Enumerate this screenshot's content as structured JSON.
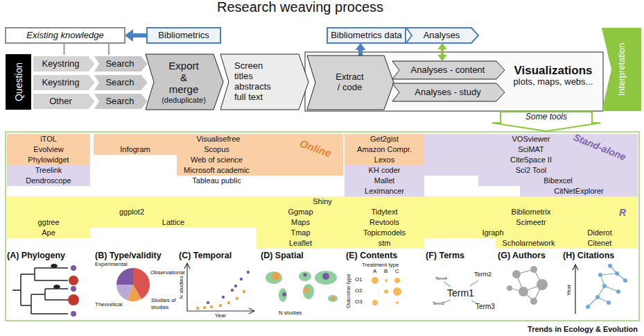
{
  "diagram": {
    "title": "Research weaving process",
    "nodes": [
      {
        "text": [
          "Existing knowledge"
        ]
      },
      {
        "text": [
          "Bibliometrics"
        ]
      },
      {
        "text": [
          "Question"
        ]
      },
      {
        "text": [
          "Keystring"
        ]
      },
      {
        "text": [
          "Search"
        ]
      },
      {
        "text": [
          "Keystring"
        ]
      },
      {
        "text": [
          "Search"
        ]
      },
      {
        "text": [
          "Other"
        ]
      },
      {
        "text": [
          "Search"
        ]
      },
      {
        "text": [
          "Export & merge",
          "(deduplicate)"
        ]
      },
      {
        "text": [
          "Screen titles abstracts full text"
        ]
      },
      {
        "text": [
          "Bibliometrics data"
        ]
      },
      {
        "text": [
          "Analyses"
        ]
      },
      {
        "text": [
          "Extract / code"
        ]
      },
      {
        "text": [
          "Analyses - content"
        ]
      },
      {
        "text": [
          "Analyses - study"
        ]
      },
      {
        "text": [
          "Visualizations",
          "plots, maps, webs..."
        ]
      },
      {
        "text": [
          "Interpretation"
        ]
      },
      {
        "text": [
          "Some tools"
        ]
      },
      {
        "text": [
          "iTOL"
        ]
      },
      {
        "text": [
          "Evolview"
        ]
      },
      {
        "text": [
          "Phylowidget"
        ]
      },
      {
        "text": [
          "Treelink"
        ]
      },
      {
        "text": [
          "Dendroscope"
        ]
      },
      {
        "text": [
          "Visualisefree"
        ]
      },
      {
        "text": [
          "Infogram"
        ]
      },
      {
        "text": [
          "Scopus"
        ]
      },
      {
        "text": [
          "Web of science"
        ]
      },
      {
        "text": [
          "Microsoft academic"
        ]
      },
      {
        "text": [
          "Tableau public"
        ]
      },
      {
        "text": [
          "Get2gist"
        ]
      },
      {
        "text": [
          "Amazon Compr."
        ]
      },
      {
        "text": [
          "Lexos"
        ]
      },
      {
        "text": [
          "KH coder"
        ]
      },
      {
        "text": [
          "Mallet"
        ]
      },
      {
        "text": [
          "Leximancer"
        ]
      },
      {
        "text": [
          "VOSviewer"
        ]
      },
      {
        "text": [
          "SciMAT"
        ]
      },
      {
        "text": [
          "CiteSpace II"
        ]
      },
      {
        "text": [
          "Sci2 Tool"
        ]
      },
      {
        "text": [
          "Bibexcel"
        ]
      },
      {
        "text": [
          "CitNetExplorer"
        ]
      },
      {
        "text": [
          "Shiny"
        ]
      },
      {
        "text": [
          "ggplot2"
        ]
      },
      {
        "text": [
          "ggtree"
        ]
      },
      {
        "text": [
          "Lattice"
        ]
      },
      {
        "text": [
          "Ape"
        ]
      },
      {
        "text": [
          "Ggmap"
        ]
      },
      {
        "text": [
          "Maps"
        ]
      },
      {
        "text": [
          "Tmap"
        ]
      },
      {
        "text": [
          "Leaflet"
        ]
      },
      {
        "text": [
          "Tidytext"
        ]
      },
      {
        "text": [
          "Revtools"
        ]
      },
      {
        "text": [
          "Topicmodels"
        ]
      },
      {
        "text": [
          "stm"
        ]
      },
      {
        "text": [
          "Bibliometrix"
        ]
      },
      {
        "text": [
          "Scimeetr"
        ]
      },
      {
        "text": [
          "Igraph"
        ]
      },
      {
        "text": [
          "Diderot"
        ]
      },
      {
        "text": [
          "Scholarnetwork"
        ]
      },
      {
        "text": [
          "Citenet"
        ]
      }
    ],
    "edges": [
      {
        "from": 1,
        "to": 0,
        "arrow": "to"
      },
      {
        "from": 0,
        "to": 3,
        "arrow": "none"
      },
      {
        "from": 0,
        "to": 4,
        "arrow": "none"
      },
      {
        "from": 13,
        "to": 11,
        "arrow": "to"
      },
      {
        "from": 12,
        "to": 14,
        "arrow": "both"
      }
    ],
    "labels": [
      "Online",
      "Stand-alone",
      "R",
      "(A) Phylogeny",
      "(B) Type/validity",
      "(C) Temporal",
      "(D) Spatial",
      "(E) Contents",
      "(F) Terms",
      "(G) Authors",
      "(H) Citations",
      "Experimental",
      "Observational",
      "Theoretical",
      "Studies of studies",
      "N studies",
      "Year",
      "N studies",
      "Treatment type",
      "A",
      "B",
      "C",
      "Outcome type",
      "O1",
      "O2",
      "O3",
      "Term1",
      "Term2",
      "Term3",
      "Term4",
      "Term5",
      "Year",
      "Trends in Ecology & Evolution"
    ]
  }
}
